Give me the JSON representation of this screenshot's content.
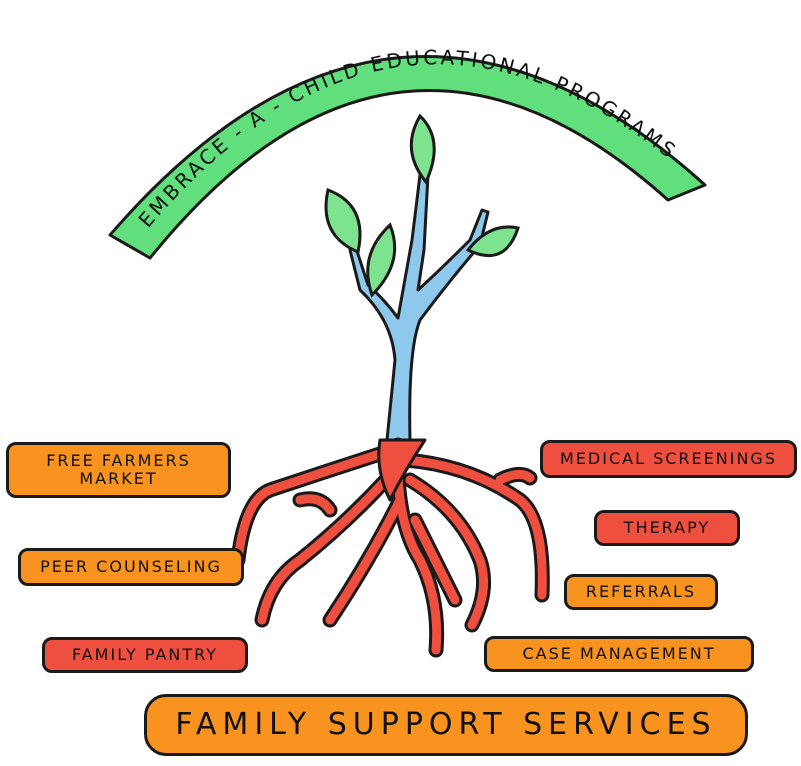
{
  "arch": {
    "text": "EMBRACE - A - CHILD EDUCATIONAL PROGRAMS",
    "color": "#61df7d"
  },
  "colors": {
    "leaf": "#7ee38f",
    "stem": "#8ec8ec",
    "roots": "#ef4f3f",
    "orange_box": "#f7931e",
    "red_box": "#ef4f3f"
  },
  "left_labels": [
    {
      "text": "FREE FARMERS\nMARKET",
      "color": "orange"
    },
    {
      "text": "PEER COUNSELING",
      "color": "orange"
    },
    {
      "text": "FAMILY PANTRY",
      "color": "red"
    }
  ],
  "right_labels": [
    {
      "text": "MEDICAL SCREENINGS",
      "color": "red"
    },
    {
      "text": "THERAPY",
      "color": "red"
    },
    {
      "text": "REFERRALS",
      "color": "orange"
    },
    {
      "text": "CASE MANAGEMENT",
      "color": "orange"
    }
  ],
  "bottom_banner": {
    "text": "FAMILY SUPPORT SERVICES",
    "color": "orange"
  }
}
